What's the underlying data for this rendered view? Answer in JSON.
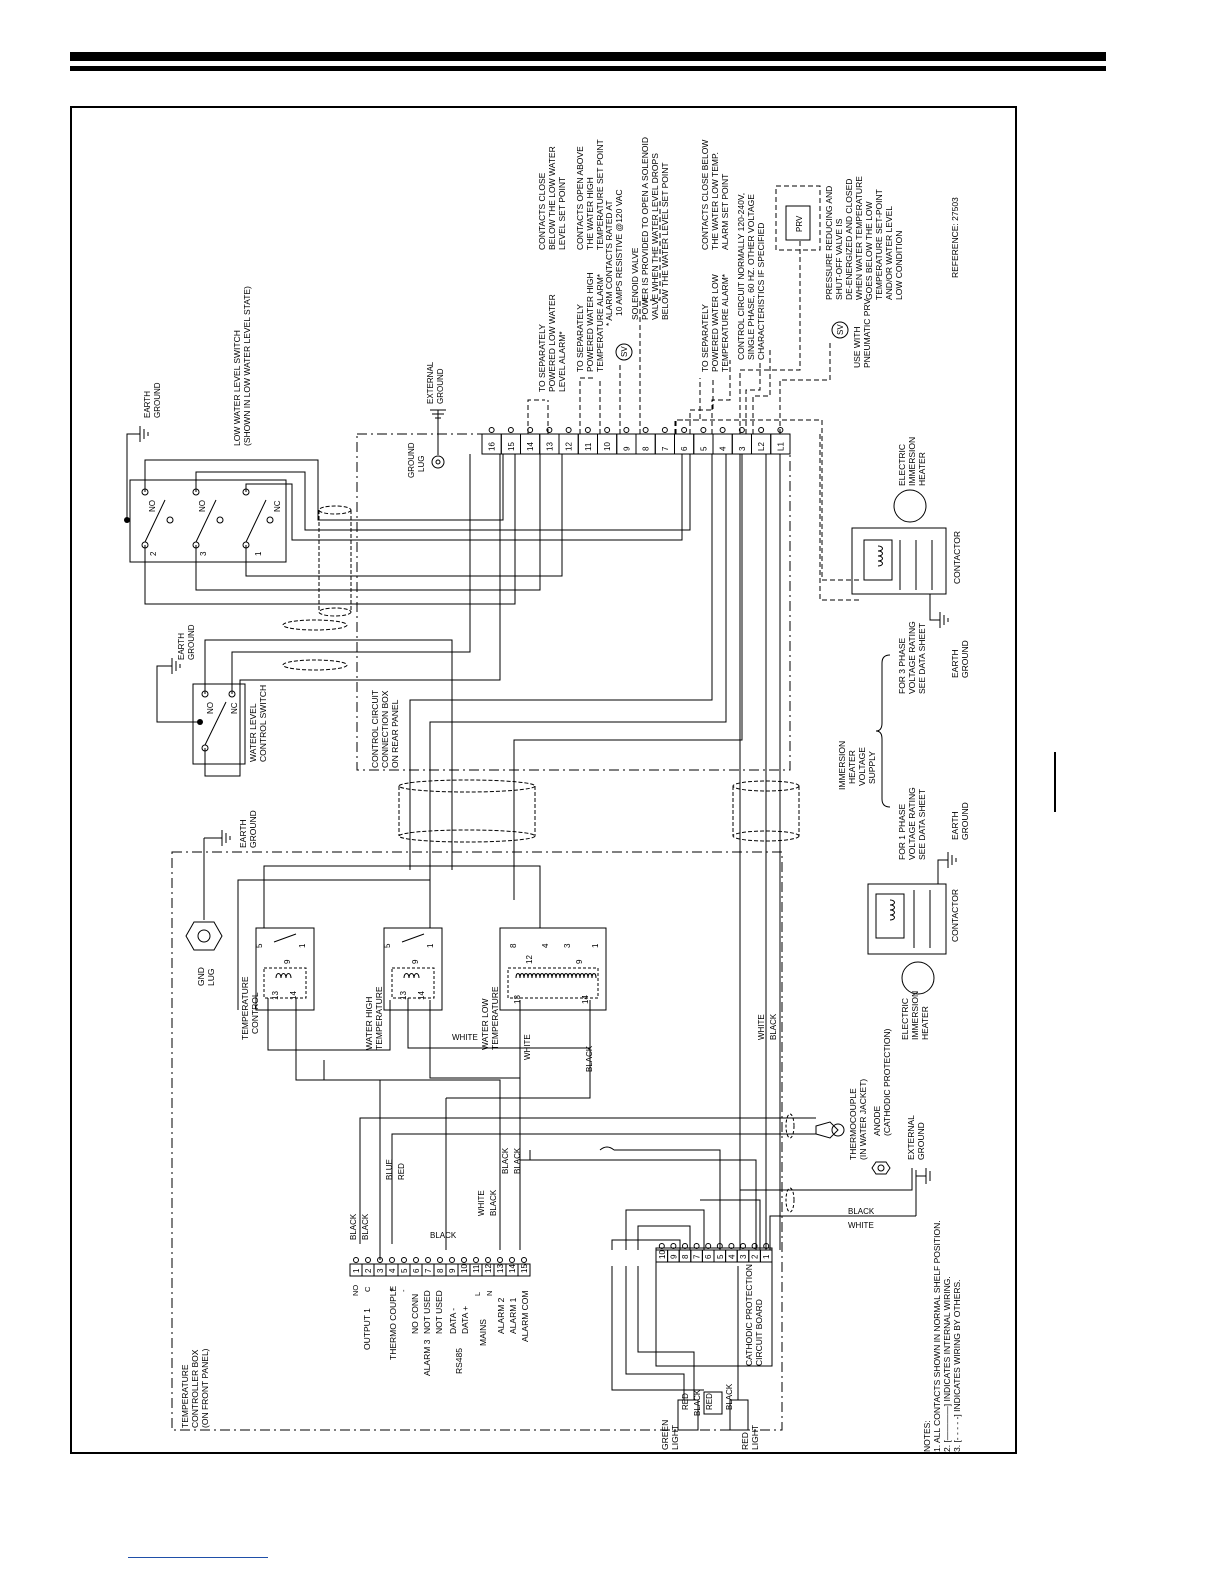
{
  "reference": "REFERENCE: 27503",
  "notes": {
    "title": "NOTES:",
    "n1": "1. ALL CONTACTS SHOWN IN NORMAL SHELF POSITION.",
    "n2": "2. [————] INDICATES INTERNAL WIRING.",
    "n3": "3. [- - - - -] INDICATES WIRING BY OTHERS."
  },
  "control_box": {
    "title_lines": [
      "CONTROL CIRCUIT",
      "CONNECTION BOX",
      "ON REAR PANEL"
    ],
    "ground_lug": [
      "GROUND",
      "LUG"
    ],
    "external_ground": [
      "EXTERNAL",
      "GROUND"
    ],
    "terminals": [
      "16",
      "15",
      "14",
      "13",
      "12",
      "11",
      "10",
      "9",
      "8",
      "7",
      "6",
      "5",
      "4",
      "3",
      "L2",
      "L1"
    ]
  },
  "low_water_switch": {
    "title_lines": [
      "LOW WATER LEVEL SWITCH",
      "(SHOWN IN LOW WATER LEVEL STATE)"
    ],
    "earth_ground": [
      "EARTH",
      "GROUND"
    ],
    "contacts": [
      "NO",
      "NO",
      "NC"
    ],
    "pins": [
      "2",
      "3",
      "1"
    ]
  },
  "level_control_switch": {
    "title_lines": [
      "WATER LEVEL",
      "CONTROL SWITCH"
    ],
    "earth_ground": [
      "EARTH",
      "GROUND"
    ],
    "contacts": [
      "NO",
      "NC"
    ]
  },
  "terminal_notes": {
    "t14_13": [
      "TO SEPARATELY",
      "POWERED LOW WATER",
      "LEVEL ALARM*"
    ],
    "t14_13_right": [
      "CONTACTS CLOSE",
      "BELOW THE LOW WATER",
      "LEVEL SET POINT"
    ],
    "t11_10": [
      "TO SEPARATELY",
      "POWERED WATER HIGH",
      "TEMPERATURE ALARM*"
    ],
    "t11_10_right": [
      "CONTACTS OPEN ABOVE",
      "THE WATER HIGH",
      "TEMPERATURE SET POINT"
    ],
    "alarm_rating": [
      "* ALARM CONTACTS RATED AT",
      "10 AMPS RESISTIVE @120 VAC"
    ],
    "solenoid": [
      "SOLENOID VALVE",
      "POWER IS PROVIDED TO OPEN A SOLENOID",
      "VALVE WHEN THE WATER LEVEL DROPS",
      "BELOW THE WATER LEVEL SET POINT"
    ],
    "t5_4": [
      "TO SEPARATELY",
      "POWERED WATER LOW",
      "TEMPERATURE ALARM*"
    ],
    "t5_4_right": [
      "CONTACTS CLOSE BELOW",
      "THE WATER LOW TEMP.",
      "ALARM SET POINT"
    ],
    "control_circuit": [
      "CONTROL CIRCUIT NORMALLY 120-240V,",
      "SINGLE PHASE, 60 HZ. OTHER VOLTAGE",
      "CHARACTERISTICS IF SPECIFIED"
    ],
    "sv": "SV",
    "prv": "PRV",
    "prv_note": [
      "PRESSURE REDUCING AND",
      "SHUT-OFF VALVE IS",
      "DE-ENERGIZED AND CLOSED",
      "WHEN WATER TEMPERATURE",
      "GOES BELOW THE LOW",
      "TEMPERATURE SET-POINT",
      "AND/OR WATER LEVEL",
      "LOW CONDITION"
    ],
    "use_with": [
      "USE WITH",
      "PNEUMATIC PRV"
    ]
  },
  "heaters": {
    "upper_heater": [
      "ELECTRIC",
      "IMMERSION",
      "HEATER"
    ],
    "upper_contactor": "CONTACTOR",
    "lower_heater": [
      "ELECTRIC",
      "IMMERSION",
      "HEATER"
    ],
    "lower_contactor": "CONTACTOR",
    "earth_ground_1": [
      "EARTH",
      "GROUND"
    ],
    "earth_ground_2": [
      "EARTH",
      "GROUND"
    ],
    "three_phase": [
      "FOR 3 PHASE",
      "VOLTAGE RATING",
      "SEE DATA SHEET"
    ],
    "one_phase": [
      "FOR 1 PHASE",
      "VOLTAGE RATING",
      "SEE DATA SHEET"
    ],
    "supply": [
      "IMMERSION",
      "HEATER",
      "VOLTAGE",
      "SUPPLY"
    ]
  },
  "temp_box": {
    "title_lines": [
      "TEMPERATURE",
      "CONTROLLER BOX",
      "(ON FRONT PANEL)"
    ],
    "earth_ground": [
      "EARTH",
      "GROUND"
    ],
    "gnd_lug": [
      "GND",
      "LUG"
    ],
    "relays": {
      "temperature_control": [
        "TEMPERATURE",
        "CONTROL"
      ],
      "water_high": [
        "WATER HIGH",
        "TEMPERATURE"
      ],
      "water_low": [
        "WATER LOW",
        "TEMPERATURE"
      ]
    },
    "relay_pins": {
      "a": [
        "5",
        "1",
        "9"
      ],
      "coil": [
        "13",
        "14"
      ],
      "low": [
        "8",
        "4",
        "12",
        "3",
        "1",
        "9"
      ]
    },
    "terminal_labels": [
      "OUTPUT 1",
      "NO",
      "C",
      "THERMO COUPLE",
      "+",
      "-",
      "NO CONN",
      "ALARM 3",
      "NOT USED",
      "NOT USED",
      "RS485",
      "DATA -",
      "DATA +",
      "MAINS",
      "L",
      "N",
      "ALARM 2",
      "ALARM 1",
      "ALARM COM"
    ],
    "strip": [
      "1",
      "2",
      "3",
      "4",
      "5",
      "6",
      "7",
      "8",
      "9",
      "10",
      "11",
      "12",
      "13",
      "14",
      "15"
    ]
  },
  "wires": {
    "black": "BLACK",
    "white": "WHITE",
    "blue": "BLUE",
    "red": "RED"
  },
  "cathodic": {
    "title_lines": [
      "CATHODIC PROTECTION",
      "CIRCUIT BOARD"
    ],
    "strip": [
      "10",
      "9",
      "8",
      "7",
      "6",
      "5",
      "4",
      "3",
      "2",
      "1"
    ],
    "green_light": [
      "GREEN",
      "LIGHT"
    ],
    "red_light": [
      "RED",
      "LIGHT"
    ],
    "thermocouple": [
      "THERMOCOUPLE",
      "(IN WATER JACKET)"
    ],
    "anode": [
      "ANODE",
      "(CATHODIC PROTECTION)"
    ],
    "external_ground": [
      "EXTERNAL",
      "GROUND"
    ]
  }
}
